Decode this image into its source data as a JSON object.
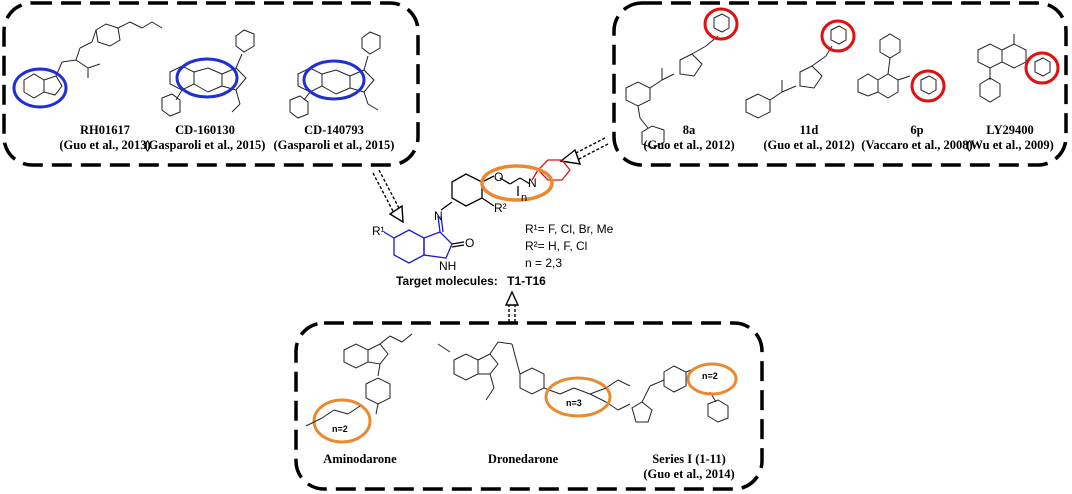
{
  "colors": {
    "blue_ring": "#1f2fd6",
    "red_ring": "#e01010",
    "orange_ring": "#e98a2e",
    "blue_atoms": "#1a1ad0"
  },
  "top_left_box": {
    "compounds": [
      {
        "name": "RH01617",
        "ref": "(Guo et al., 2013)"
      },
      {
        "name": "CD-160130",
        "ref": "(Gasparoli et al., 2015)"
      },
      {
        "name": "CD-140793",
        "ref": "(Gasparoli et al., 2015)"
      }
    ]
  },
  "top_right_box": {
    "compounds": [
      {
        "name": "8a",
        "ref": "(Guo et al., 2012)"
      },
      {
        "name": "11d",
        "ref": "(Guo et al., 2012)"
      },
      {
        "name": "6p",
        "ref": "(Vaccaro et al., 2008)"
      },
      {
        "name": "LY29400",
        "ref": "(Wu et al., 2009)"
      }
    ]
  },
  "bottom_box": {
    "compounds": [
      {
        "name": "Aminodarone",
        "ref": ""
      },
      {
        "name": "Dronedarone",
        "ref": ""
      },
      {
        "name": "Series I (1-11)",
        "ref": "(Guo et al., 2014)"
      }
    ],
    "n_labels": [
      "n=2",
      "n=3",
      "n=2"
    ]
  },
  "center": {
    "r1_label": "R¹= F, Cl, Br, Me",
    "r2_label": "R²= H, F, Cl",
    "n_label": "n  = 2,3",
    "target_prefix": "Target molecules:",
    "target_range": "T1-T16",
    "atom_labels": {
      "r1": "R¹",
      "r2": "R²",
      "n_atom": "N",
      "o_ether": "O",
      "o_carbonyl": "O",
      "nh": "NH",
      "n_imine": "N",
      "n_sub": "n"
    }
  }
}
